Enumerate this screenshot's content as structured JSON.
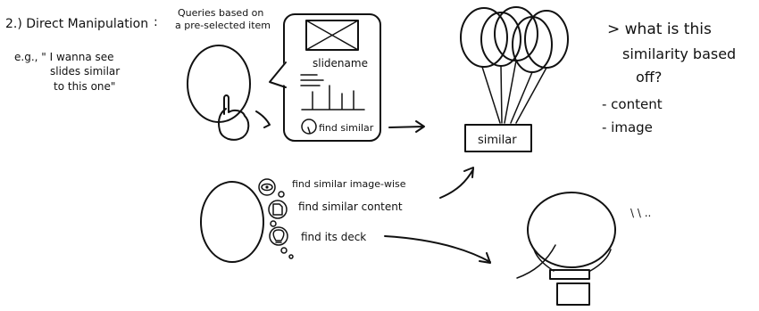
{
  "header": {
    "section_title": "2.) Direct Manipulation",
    "colon": ":",
    "queries_line1": "Queries based on",
    "queries_line2": "a pre-selected item"
  },
  "example": {
    "line1": "e.g., \" I wanna see",
    "line2": "slides similar",
    "line3": "to this one\""
  },
  "card": {
    "slide_name": "slidename",
    "find_similar": "find similar"
  },
  "balloons": {
    "basket_label": "similar"
  },
  "question": {
    "line1": "> what is this",
    "line2": "similarity based",
    "line3": "off?",
    "options": [
      "- content",
      "- image"
    ]
  },
  "menu": {
    "items": [
      {
        "label": "find similar image-wise",
        "icon": "eye-icon"
      },
      {
        "label": "find similar content",
        "icon": "document-icon"
      },
      {
        "label": "find its deck",
        "icon": "lightbulb-icon"
      }
    ]
  },
  "balloon2": {
    "motion_marks": "\\ \\ .."
  }
}
